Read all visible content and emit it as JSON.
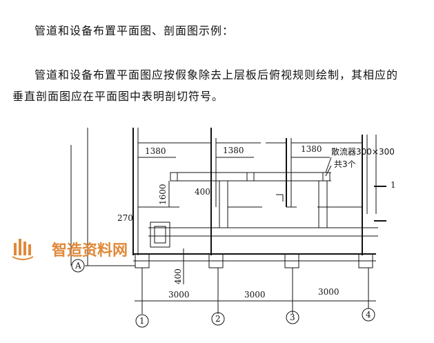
{
  "doc": {
    "heading": "管道和设备布置平面图、剖面图示例：",
    "para_line1": "管道和设备布置平面图应按假象除去上层板后俯视规则绘制，其相应的",
    "para_line2": "垂直剖面图应在平面图中表明剖切符号。"
  },
  "drawing": {
    "dims": {
      "d1380a": "1380",
      "d1380b": "1380",
      "d1380c": "1380",
      "d1600": "1600",
      "d400a": "400",
      "d270": "270",
      "d400b": "400",
      "d3000a": "3000",
      "d3000b": "3000",
      "d3000c": "3000"
    },
    "notes": {
      "diffuser": "散流器300×300",
      "count": "共3个",
      "section_mark": "1"
    },
    "axes": {
      "a1": "1",
      "a2": "2",
      "a3": "3",
      "a4": "4",
      "aA": "A"
    },
    "watermark": "智造资料网"
  }
}
